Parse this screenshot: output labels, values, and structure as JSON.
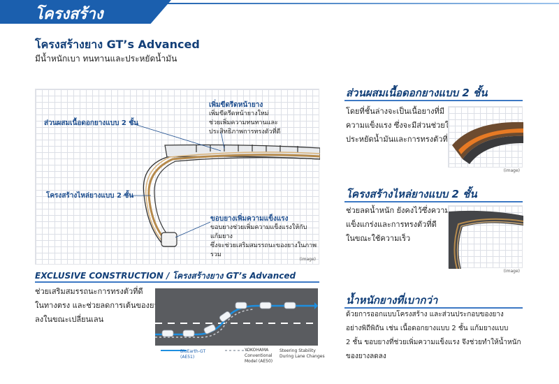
{
  "header": {
    "title": "โครงสร้าง"
  },
  "intro": {
    "heading": "โครงสร้างยาง GT’s Advanced",
    "subtitle": "มีน้ำหนักเบา ทนทานและประหยัดน้ำมัน"
  },
  "diagram": {
    "callouts": {
      "tread_label": "เพิ่มขีดรีดหน้ายาง",
      "tread_lines": [
        "เพิ่มขีดรีดหน้ายางใหม่",
        "ช่วยเพิ่มความทนทานและ",
        "ประสิทธิภาพการทรงตัวที่ดี"
      ],
      "compound_label": "ส่วนผสมเนื้อดอกยางแบบ 2 ชั้น",
      "casing_label": "โครงสร้างไหล่ยางแบบ 2 ชั้น",
      "bead_label": "ขอบยางเพิ่มความแข็งแรง",
      "bead_lines": [
        "ขอบยางช่วยเพิ่มความแข็งแรงให้กับแก้มยาง",
        "ซึ่งจะช่วยเสริมสมรรถนะของยางในภาพรวม"
      ]
    },
    "image_note": "(image)"
  },
  "compound": {
    "heading": "ส่วนผสมเนื้อดอกยางแบบ 2 ชั้น",
    "lines": [
      "โดยที่ชั้นล่างจะเป็นเนื้อยางที่มี",
      "ความแข็งแรง ซึ่งจะมีส่วนช่วยให้",
      "ประหยัดน้ำมันและการทรงตัวที่ดี"
    ],
    "image_note": "(image)"
  },
  "shoulder": {
    "heading": "โครงสร้างไหล่ยางแบบ 2 ชั้น",
    "lines": [
      "ช่วยลดน้ำหนัก ยังคงไว้ซึ่งความ",
      "แข็งแกร่งและการทรงตัวที่ดี",
      "ในขณะใช้ความเร็ว"
    ],
    "image_note": "(image)"
  },
  "exclusive": {
    "heading": "EXCLUSIVE CONSTRUCTION / โครงสร้างยาง GT’s Advanced",
    "lines": [
      "ช่วยเสริมสมรรถนะการทรงตัวที่ดี",
      "ในทางตรง และช่วยลดการเต้นของยาง",
      "ลงในขณะเปลี่ยนเลน"
    ],
    "legend": {
      "blue_label": "BluEarth-GT",
      "blue_code": "(AE51)",
      "conv_label": "YOKOHAMA",
      "conv_label2": "Conventional",
      "conv_label3": "Model (AE50)",
      "stability_1": "Steering Stability",
      "stability_2": "During Lane Changes"
    }
  },
  "weight": {
    "heading": "น้ำหนักยางที่เบากว่า",
    "lines": [
      "ด้วยการออกแบบโครงสร้าง และส่วนประกอบของยาง",
      "อย่างพิถีพิถัน เช่น เนื้อดอกยางแบบ 2 ชั้น แก้มยางแบบ",
      "2 ชั้น ขอบยางที่ช่วยเพิ่มความแข็งแรง จึงช่วยทำให้น้ำหนัก",
      "ของยางลดลง"
    ]
  },
  "colors": {
    "brand": "#1b5fae",
    "heading": "#123f78",
    "line": "#3c78c4",
    "road": "#5a5c60",
    "trajectory": "#1e8fe0"
  }
}
